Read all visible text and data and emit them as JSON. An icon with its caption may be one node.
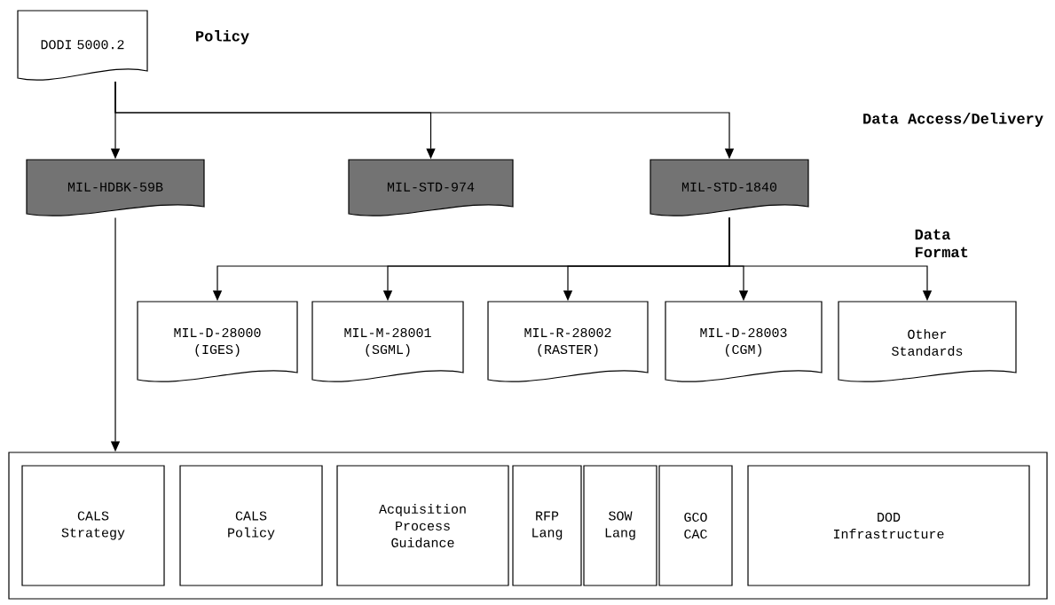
{
  "diagram": {
    "nodes": [
      {
        "text": [
          "DODI 5000.2"
        ],
        "beside": [
          "Policy"
        ]
      },
      {
        "text": [
          "MIL-HDBK-59B"
        ]
      },
      {
        "text": [
          "MIL-STD-974"
        ]
      },
      {
        "text": [
          "MIL-STD-1840"
        ]
      },
      {
        "text": [
          "MIL-D-28000 (IGES)"
        ]
      },
      {
        "text": [
          "MIL-M-28001 (SGML)"
        ]
      },
      {
        "text": [
          "MIL-R-28002 (RASTER)"
        ]
      },
      {
        "text": [
          "MIL-D-28003 (CGM)"
        ]
      },
      {
        "text": [
          "Other Standards"
        ]
      },
      {
        "text": [],
        "shape": "box"
      },
      {
        "text": [
          "CALS Strategy"
        ],
        "in": 9
      },
      {
        "text": [
          "CALS Policy"
        ],
        "in": 9
      },
      {
        "text": [
          "Acquisition Process Guidance"
        ],
        "in": 9
      },
      {
        "text": [
          "RFP Lang"
        ],
        "in": 9
      },
      {
        "text": [
          "SOW Lang"
        ],
        "in": 9
      },
      {
        "text": [
          "GCO CAC"
        ],
        "in": 9
      },
      {
        "text": [
          "DOD Infrastructure"
        ],
        "in": 9
      }
    ],
    "edges": [
      {
        "from": 0,
        "to": 1,
        "arrow": "to"
      },
      {
        "from": 0,
        "to": 2,
        "arrow": "to"
      },
      {
        "from": 0,
        "to": 3,
        "arrow": "to"
      },
      {
        "from": 3,
        "to": 4,
        "arrow": "to"
      },
      {
        "from": 3,
        "to": 5,
        "arrow": "to"
      },
      {
        "from": 3,
        "to": 6,
        "arrow": "to"
      },
      {
        "from": 3,
        "to": 7,
        "arrow": "to"
      },
      {
        "from": 3,
        "to": 8,
        "arrow": "to"
      },
      {
        "from": 1,
        "to": 9,
        "arrow": "to"
      }
    ],
    "labels": [
      "Data Access/Delivery",
      "Data Format"
    ]
  }
}
